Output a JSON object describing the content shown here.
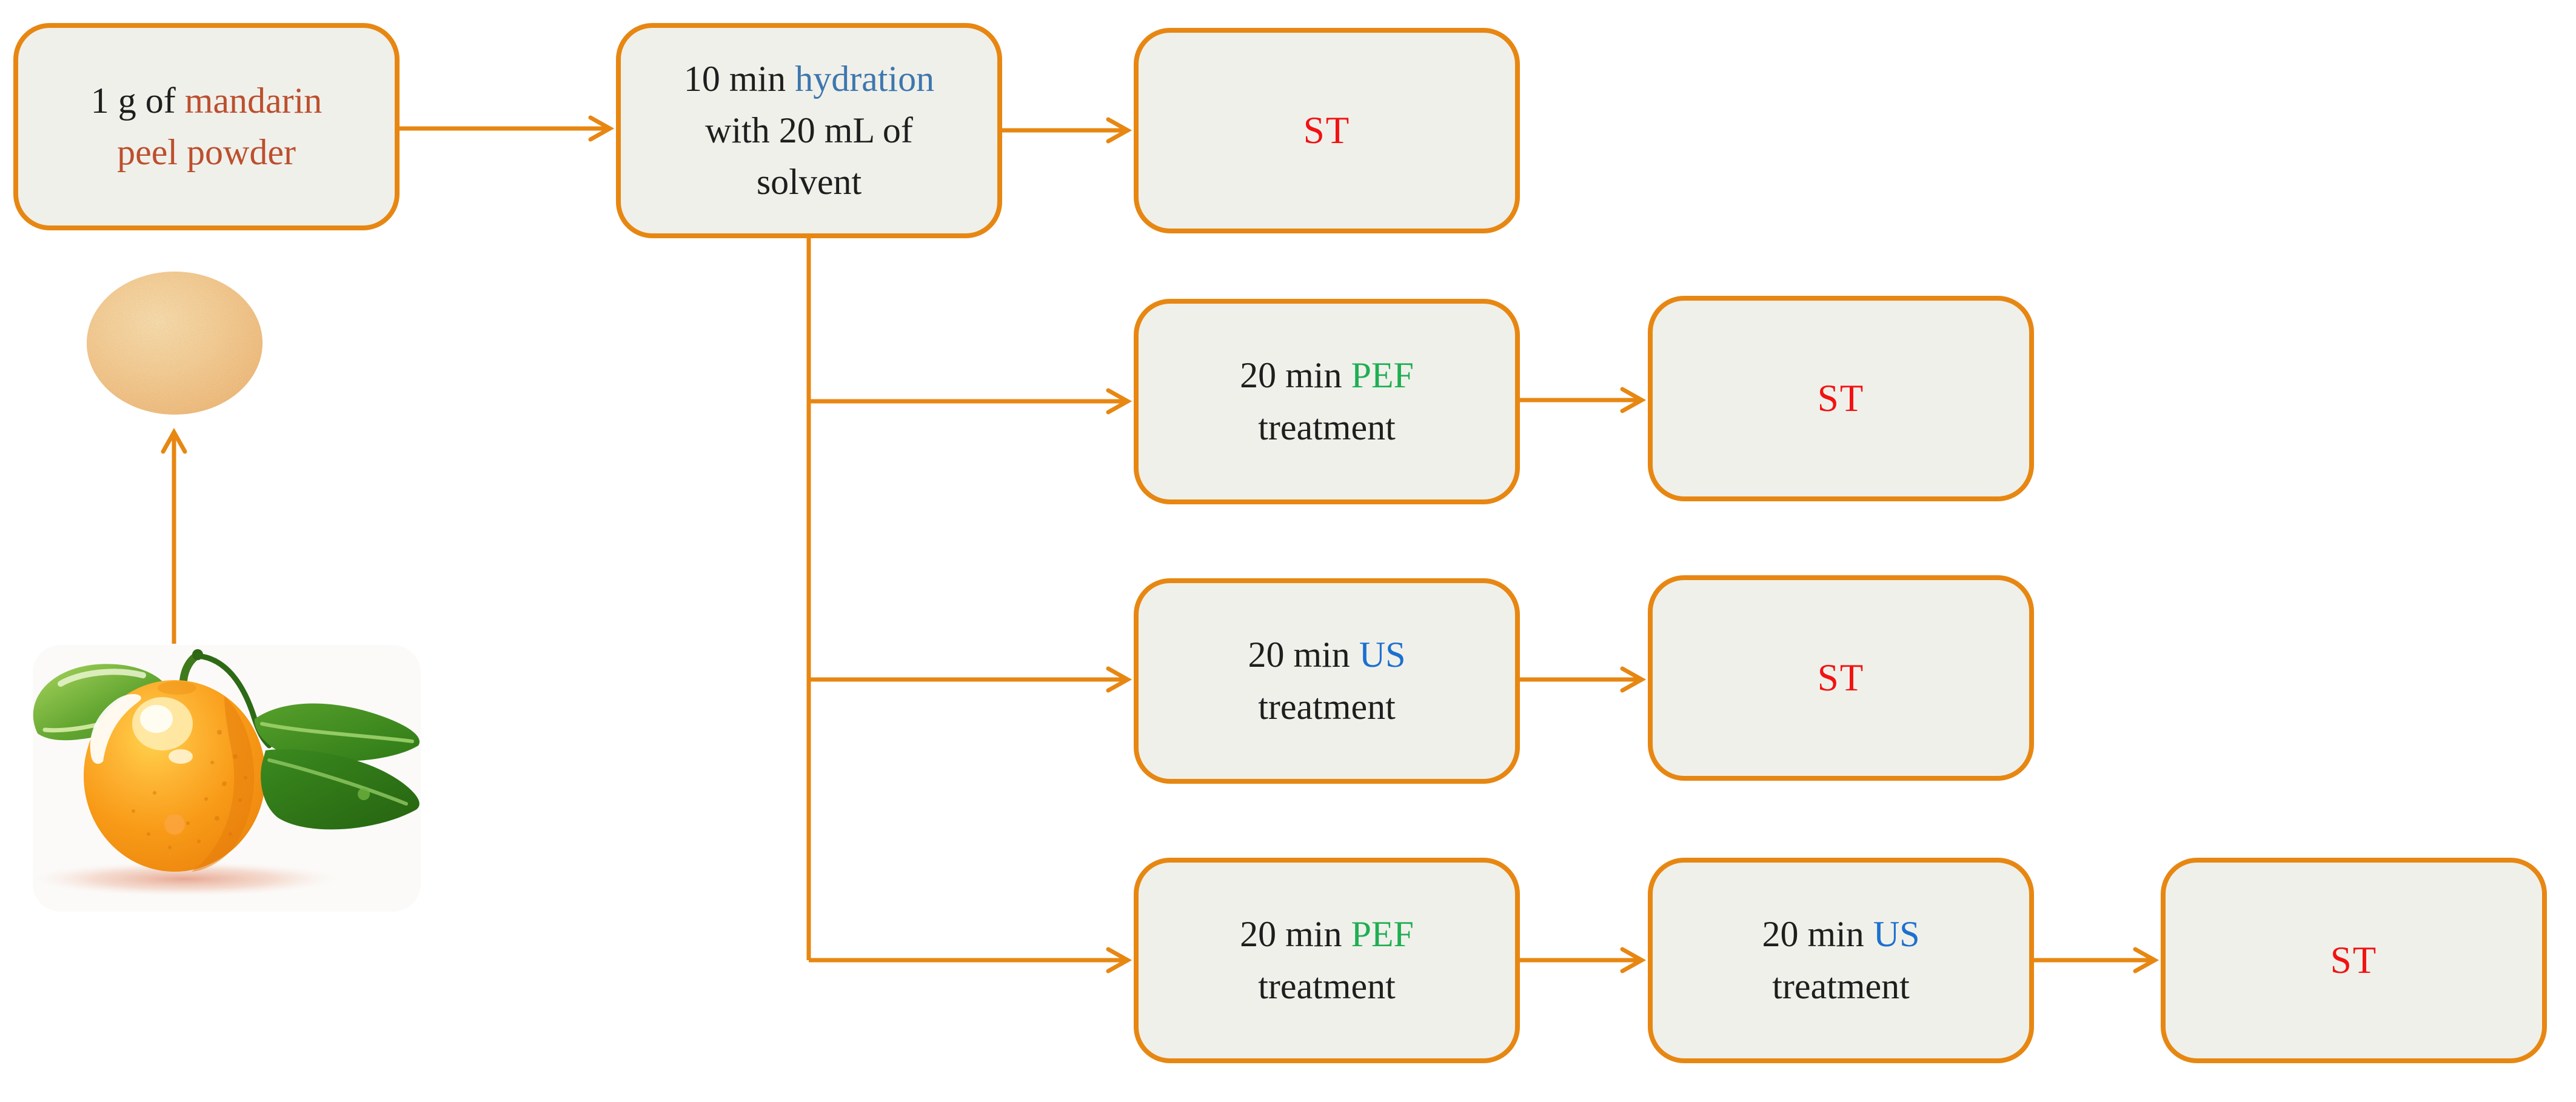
{
  "diagram": {
    "kind": "flowchart",
    "description_visible": false
  },
  "colors": {
    "box_border": "#E78712",
    "arrow": "#E78712",
    "box_fill": "#F0F0EA",
    "text": "#1E1E1E",
    "mandarin_accent": "#BC4F2E",
    "hydration_accent": "#3D77AE",
    "pef_accent": "#1FAE53",
    "us_accent": "#1C70D0",
    "st_accent": "#F21212"
  },
  "nodes": {
    "peel_powder": {
      "line1_prefix": "1 g of ",
      "line1_accent": "mandarin",
      "line2": "peel powder"
    },
    "hydration": {
      "line1_prefix": "10 min ",
      "line1_accent": "hydration",
      "line2": "with 20 mL of",
      "line3": "solvent"
    },
    "st_1": {
      "label": "ST"
    },
    "pef_row2": {
      "line1_prefix": "20 min ",
      "line1_accent": "PEF",
      "line2": "treatment"
    },
    "st_2": {
      "label": "ST"
    },
    "us_row3": {
      "line1_prefix": "20 min ",
      "line1_accent": "US",
      "line2": "treatment"
    },
    "st_3": {
      "label": "ST"
    },
    "pef_row4": {
      "line1_prefix": "20 min ",
      "line1_accent": "PEF",
      "line2": "treatment"
    },
    "us_row4": {
      "line1_prefix": "20 min ",
      "line1_accent": "US",
      "line2": "treatment"
    },
    "st_4": {
      "label": "ST"
    }
  },
  "icons": {
    "powder_photo": "mandarin-peel-powder-photo",
    "fruit_illustration": "mandarin-with-leaves-illustration"
  }
}
